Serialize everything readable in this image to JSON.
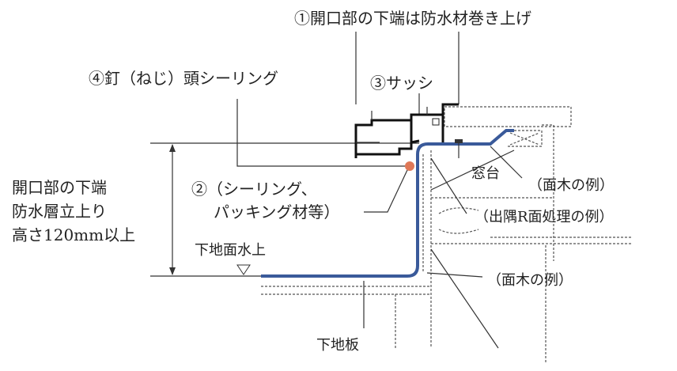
{
  "labels": {
    "note1": "①開口部の下端は防水材巻き上げ",
    "note4": "④釘（ねじ）頭シーリング",
    "note3": "③サッシ",
    "sill": "窓台",
    "chamfer_top": "（面木の例）",
    "note2_line1": "②（シーリング、",
    "note2_line2": "パッキング材等）",
    "corner_r": "（出隅R面処理の例）",
    "height_line1": "開口部の下端",
    "height_line2": "防水層立上り",
    "height_line3": "高さ120mm以上",
    "base_water": "下地面水上",
    "chamfer_bottom": "（面木の例）",
    "substrate": "下地板"
  },
  "colors": {
    "membrane": "#3a5a9a",
    "sealant": "#d9603a"
  }
}
